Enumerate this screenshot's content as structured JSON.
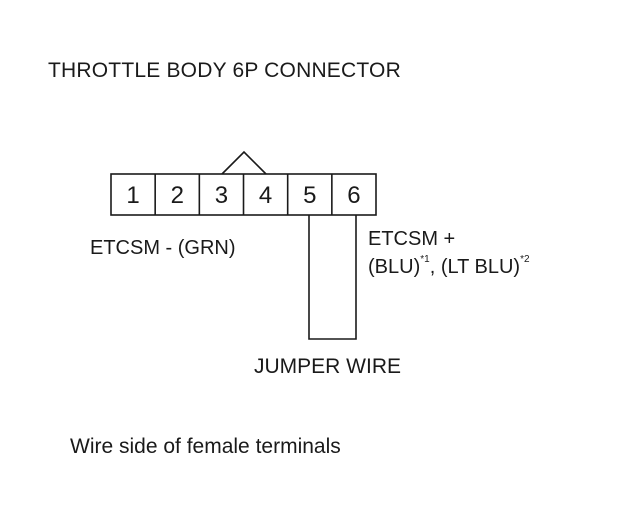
{
  "diagram": {
    "title": "THROTTLE BODY 6P CONNECTOR",
    "pins": [
      "1",
      "2",
      "3",
      "4",
      "5",
      "6"
    ],
    "labels": {
      "etcsm_minus": "ETCSM -  (GRN)",
      "etcsm_plus_line1": "ETCSM +",
      "etcsm_plus_blu": "(BLU)",
      "etcsm_plus_sup1": "*1",
      "etcsm_plus_sep": ", ",
      "etcsm_plus_ltblu": "(LT BLU)",
      "etcsm_plus_sup2": "*2",
      "jumper_wire": "JUMPER WIRE"
    },
    "footer": "Wire side of female terminals",
    "jumper_connects_pins": [
      "5",
      "6"
    ],
    "colors": {
      "line": "#1a1a1a",
      "background": "#ffffff"
    }
  }
}
